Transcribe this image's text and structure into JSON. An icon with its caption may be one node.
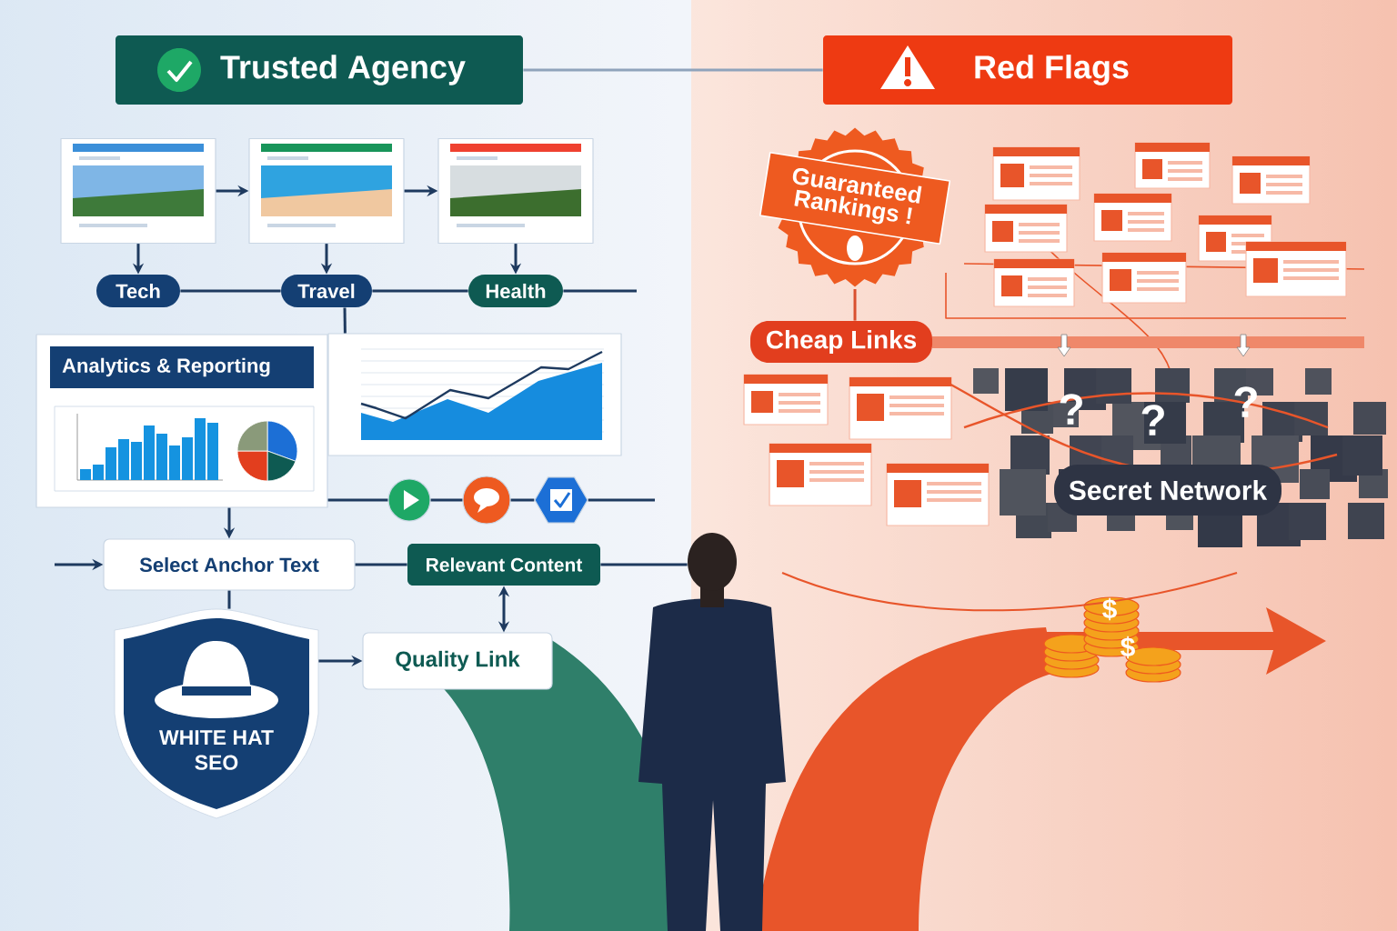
{
  "diagram": {
    "nodes": [
      {
        "text": [
          "Trusted Agency"
        ]
      },
      {
        "text": [
          "Red Flags"
        ]
      },
      {
        "text": [],
        "shape": "picture"
      },
      {
        "text": [],
        "shape": "picture"
      },
      {
        "text": [],
        "shape": "picture"
      },
      {
        "text": [
          "Tech"
        ]
      },
      {
        "text": [
          "Travel"
        ]
      },
      {
        "text": [
          "Health"
        ]
      },
      {
        "text": [
          "Analytics & Reporting"
        ]
      },
      {
        "text": [],
        "shape": "picture"
      },
      {
        "text": [],
        "shape": "circle"
      },
      {
        "text": [],
        "shape": "circle"
      },
      {
        "text": [],
        "shape": "hexagon"
      },
      {
        "text": [
          "Select Anchor Text"
        ]
      },
      {
        "text": [
          "Relevant Content"
        ]
      },
      {
        "text": [
          "WHITE HAT SEO"
        ]
      },
      {
        "text": [
          "Quality Link"
        ]
      },
      {
        "text": [
          "Guaranteed Rankings !"
        ]
      },
      {
        "text": [
          "Cheap Links"
        ]
      },
      {
        "text": [
          "Secret Network"
        ]
      },
      {
        "text": [],
        "shape": "person"
      }
    ],
    "edges": [
      {
        "from": 0,
        "to": 1,
        "arrow": "none",
        "color": "#8fa3bb"
      },
      {
        "from": 2,
        "to": 3,
        "arrow": "to"
      },
      {
        "from": 3,
        "to": 4,
        "arrow": "to"
      },
      {
        "from": 2,
        "to": 5,
        "arrow": "to"
      },
      {
        "from": 3,
        "to": 6,
        "arrow": "to"
      },
      {
        "from": 4,
        "to": 7,
        "arrow": "to"
      },
      {
        "from": 5,
        "to": 6,
        "arrow": "none"
      },
      {
        "from": 6,
        "to": 7,
        "arrow": "none"
      },
      {
        "from": 7,
        "to": null,
        "arrow": "none"
      },
      {
        "from": 6,
        "to": 9,
        "arrow": "none"
      },
      {
        "from": 8,
        "to": 10,
        "arrow": "none"
      },
      {
        "from": 10,
        "to": 11,
        "arrow": "none"
      },
      {
        "from": 11,
        "to": 12,
        "arrow": "none"
      },
      {
        "from": 12,
        "to": null,
        "arrow": "none"
      },
      {
        "from": 8,
        "to": 13,
        "arrow": "to"
      },
      {
        "from": null,
        "to": 13,
        "arrow": "to"
      },
      {
        "from": 13,
        "to": 14,
        "arrow": "none"
      },
      {
        "from": 14,
        "to": 20,
        "arrow": "none"
      },
      {
        "from": 14,
        "to": 16,
        "arrow": "both"
      },
      {
        "from": 13,
        "to": 15,
        "arrow": "none"
      },
      {
        "from": 15,
        "to": 16,
        "arrow": "to"
      },
      {
        "from": 17,
        "to": 18,
        "arrow": "none",
        "color": "#d9502f"
      }
    ],
    "labels": [
      "?",
      "?",
      "?",
      "$",
      "$"
    ]
  }
}
